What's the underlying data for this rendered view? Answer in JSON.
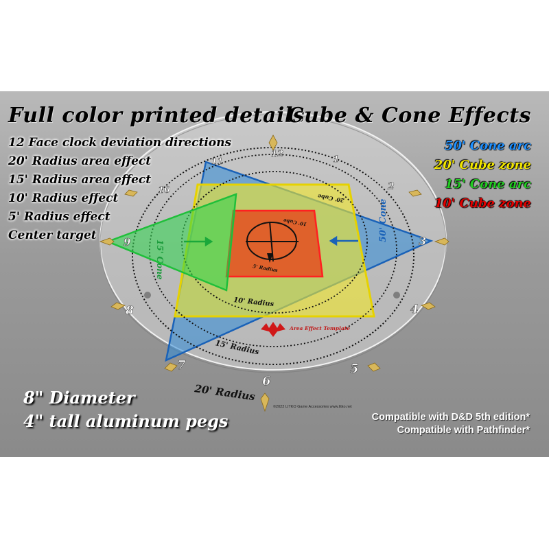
{
  "header": {
    "features_title": "Full color printed details",
    "effects_title": "Cube & Cone Effects"
  },
  "features": [
    "12 Face clock deviation directions",
    "20' Radius area effect",
    "15' Radius area effect",
    "10' Radius effect",
    "5' Radius effect",
    "Center target"
  ],
  "effects_legend": [
    {
      "label": "50' Cone arc",
      "color": "#1e90ff"
    },
    {
      "label": "20' Cube zone",
      "color": "#f2e600"
    },
    {
      "label": "15' Cone arc",
      "color": "#22cc22"
    },
    {
      "label": "10' Cube zone",
      "color": "#e00000"
    }
  ],
  "specs": [
    "8\" Diameter",
    "4\" tall aluminum pegs"
  ],
  "compatibility": [
    "Compatible with D&D 5th edition*",
    "Compatible with Pathfinder*"
  ],
  "template": {
    "clock_numbers": [
      "12",
      "1",
      "2",
      "3",
      "4",
      "5",
      "6",
      "7",
      "8",
      "9",
      "10",
      "11"
    ],
    "radius_labels": {
      "r20": "20' Radius",
      "r15": "15' Radius",
      "r10": "10' Radius",
      "r5": "5' Radius"
    },
    "cone50_label": "50' Cone",
    "cube20_label": "20' Cube",
    "cone15_label": "15' Cone",
    "cube10_label": "10' Cube",
    "logo_text": "Area Effect Template",
    "copyright": "©2022 LITKO Game Accessories www.litko.net",
    "colors": {
      "cone50": "#2e8ad8",
      "cube20": "#f3ea2a",
      "cone15": "#2cd64a",
      "cube10": "#e84a1a",
      "disc": "#d6d6d6"
    }
  }
}
